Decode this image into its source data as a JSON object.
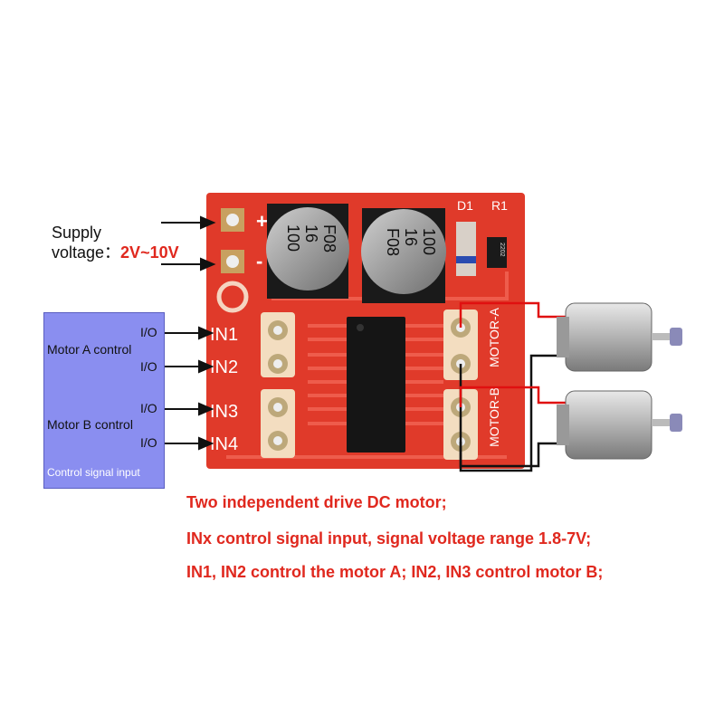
{
  "supply": {
    "label_line1": "Supply",
    "label_line2": "voltage：",
    "voltage": "2V~10V"
  },
  "board": {
    "plus": "+",
    "minus": "-",
    "pins": [
      "IN1",
      "IN2",
      "IN3",
      "IN4"
    ],
    "motor_a": "MOTOR-A",
    "motor_b": "MOTOR-B",
    "d1": "D1",
    "r1": "R1",
    "cap1": [
      "100",
      "16",
      "F08"
    ],
    "cap2": [
      "100",
      "16",
      "F08"
    ],
    "resistor_code": "2202"
  },
  "control_box": {
    "io_labels": [
      "I/O",
      "I/O",
      "I/O",
      "I/O"
    ],
    "motor_a_control": "Motor A control",
    "motor_b_control": "Motor B control",
    "footer": "Control signal input"
  },
  "notes": [
    "Two independent drive DC motor;",
    "INx control signal input, signal voltage range 1.8-7V;",
    "IN1, IN2 control the motor A; IN2, IN3 control motor B;"
  ],
  "colors": {
    "board": "#e03a2a",
    "trace": "#f06050",
    "control_box": "#8a8ef0",
    "note_text": "#e0281e",
    "wire_red": "#e01010",
    "wire_black": "#111111"
  }
}
